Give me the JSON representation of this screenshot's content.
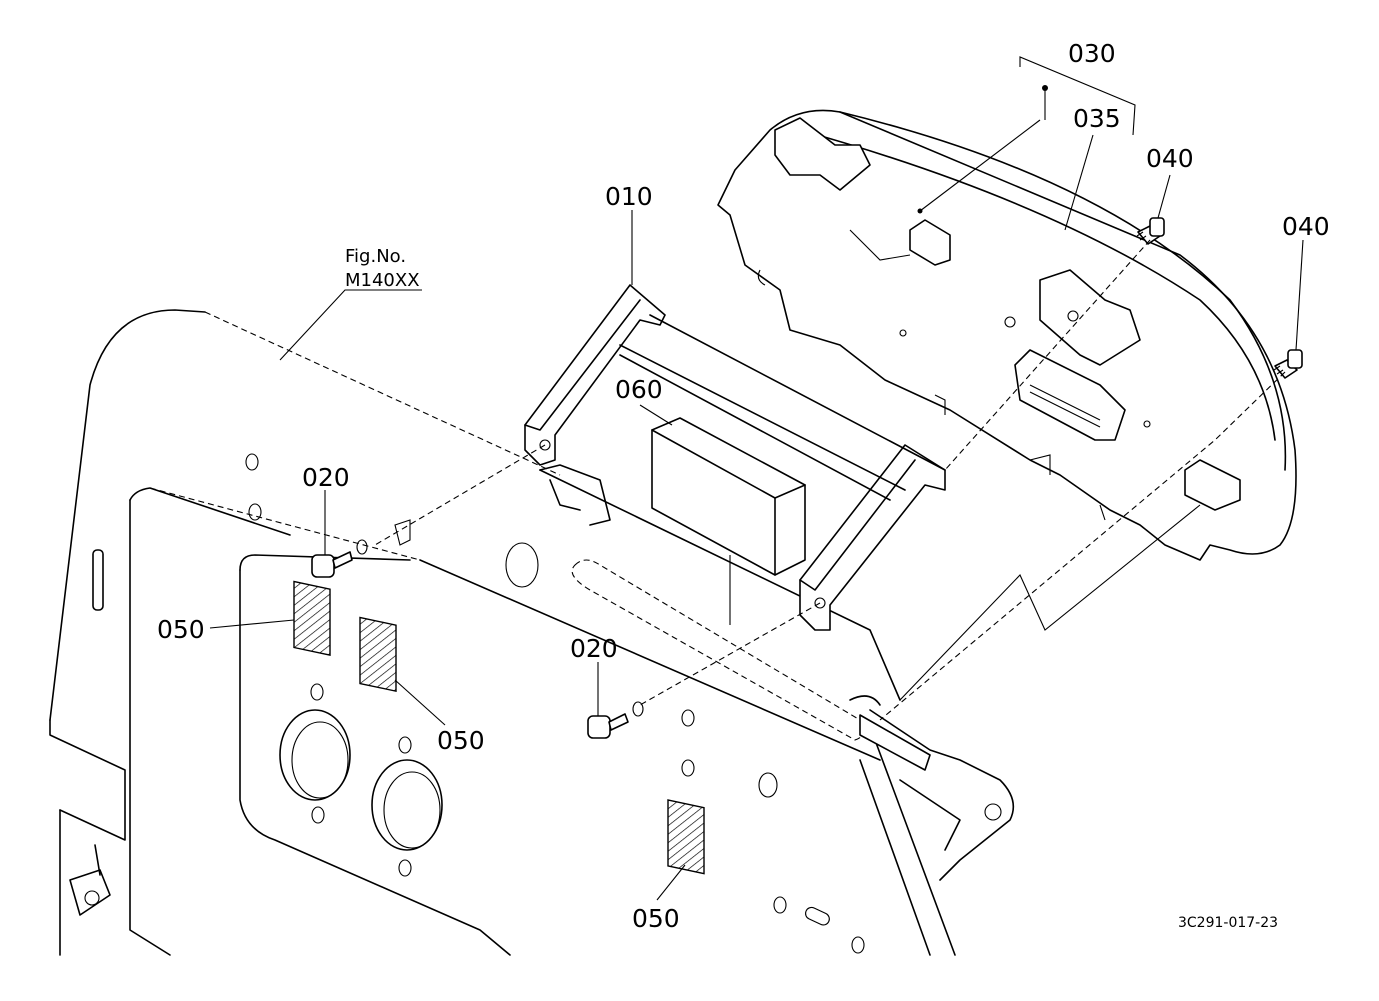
{
  "figure": {
    "fig_no_label": "Fig.No.",
    "fig_no_value": "M140XX",
    "drawing_code": "3C291-017-23"
  },
  "parts": {
    "p010": "010",
    "p020_a": "020",
    "p020_b": "020",
    "p030": "030",
    "p035": "035",
    "p040_a": "040",
    "p040_b": "040",
    "p050_a": "050",
    "p050_b": "050",
    "p050_c": "050",
    "p060": "060"
  }
}
